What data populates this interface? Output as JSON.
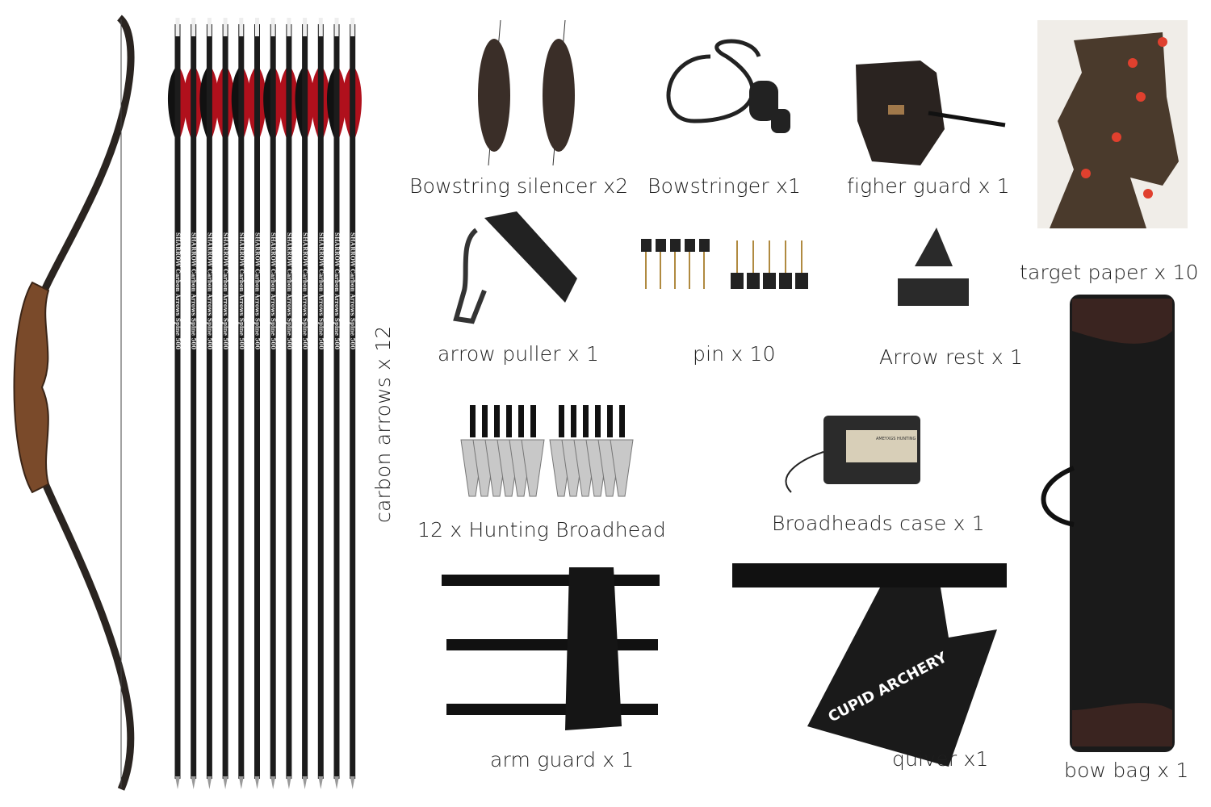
{
  "labels": {
    "silencer": "Bowstring silencer x2",
    "bowstringer": "Bowstringer x1",
    "finger_guard": "figher guard x 1",
    "target_paper": "target paper x 10",
    "arrow_puller": "arrow puller x 1",
    "pin": "pin x 10",
    "arrow_rest": "Arrow rest x 1",
    "carbon_arrows": "carbon arrows x 12",
    "broadhead": "12 x Hunting Broadhead",
    "broadheads_case": "Broadheads case x 1",
    "arm_guard": "arm guard x 1",
    "quiver": "quiver x1",
    "bow_bag": "bow bag x 1"
  },
  "product_print": {
    "arrow_brand": "SHARROW",
    "arrow_spec": "Carbon Arrows Spine 500",
    "quiver_logo": "CUPID ARCHERY",
    "case_label": "AMEYXGS HUNTING"
  },
  "colors": {
    "fletch_red": "#b0101c",
    "shaft": "#1c1c1c",
    "wood": "#7a4a2a"
  }
}
